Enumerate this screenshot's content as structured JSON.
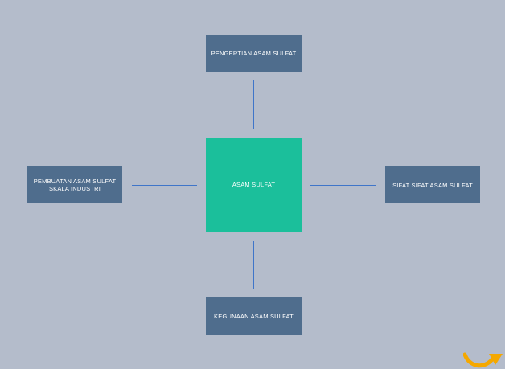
{
  "nodes": {
    "top": "PENGERTIAN ASAM SULFAT",
    "left": "PEMBUATAN ASAM SULFAT SKALA INDUSTRI",
    "center": "ASAM SULFAT",
    "right": "SIFAT SIFAT ASAM SULFAT",
    "bottom": "KEGUNAAN ASAM SULFAT"
  },
  "colors": {
    "background": "#b4bccb",
    "outer_box": "#4f6d8d",
    "center_box": "#1bbf9b",
    "connector": "#3f75c9",
    "arrow": "#f5a800"
  },
  "icons": {
    "center_arrow": "curved-arrow-icon"
  }
}
